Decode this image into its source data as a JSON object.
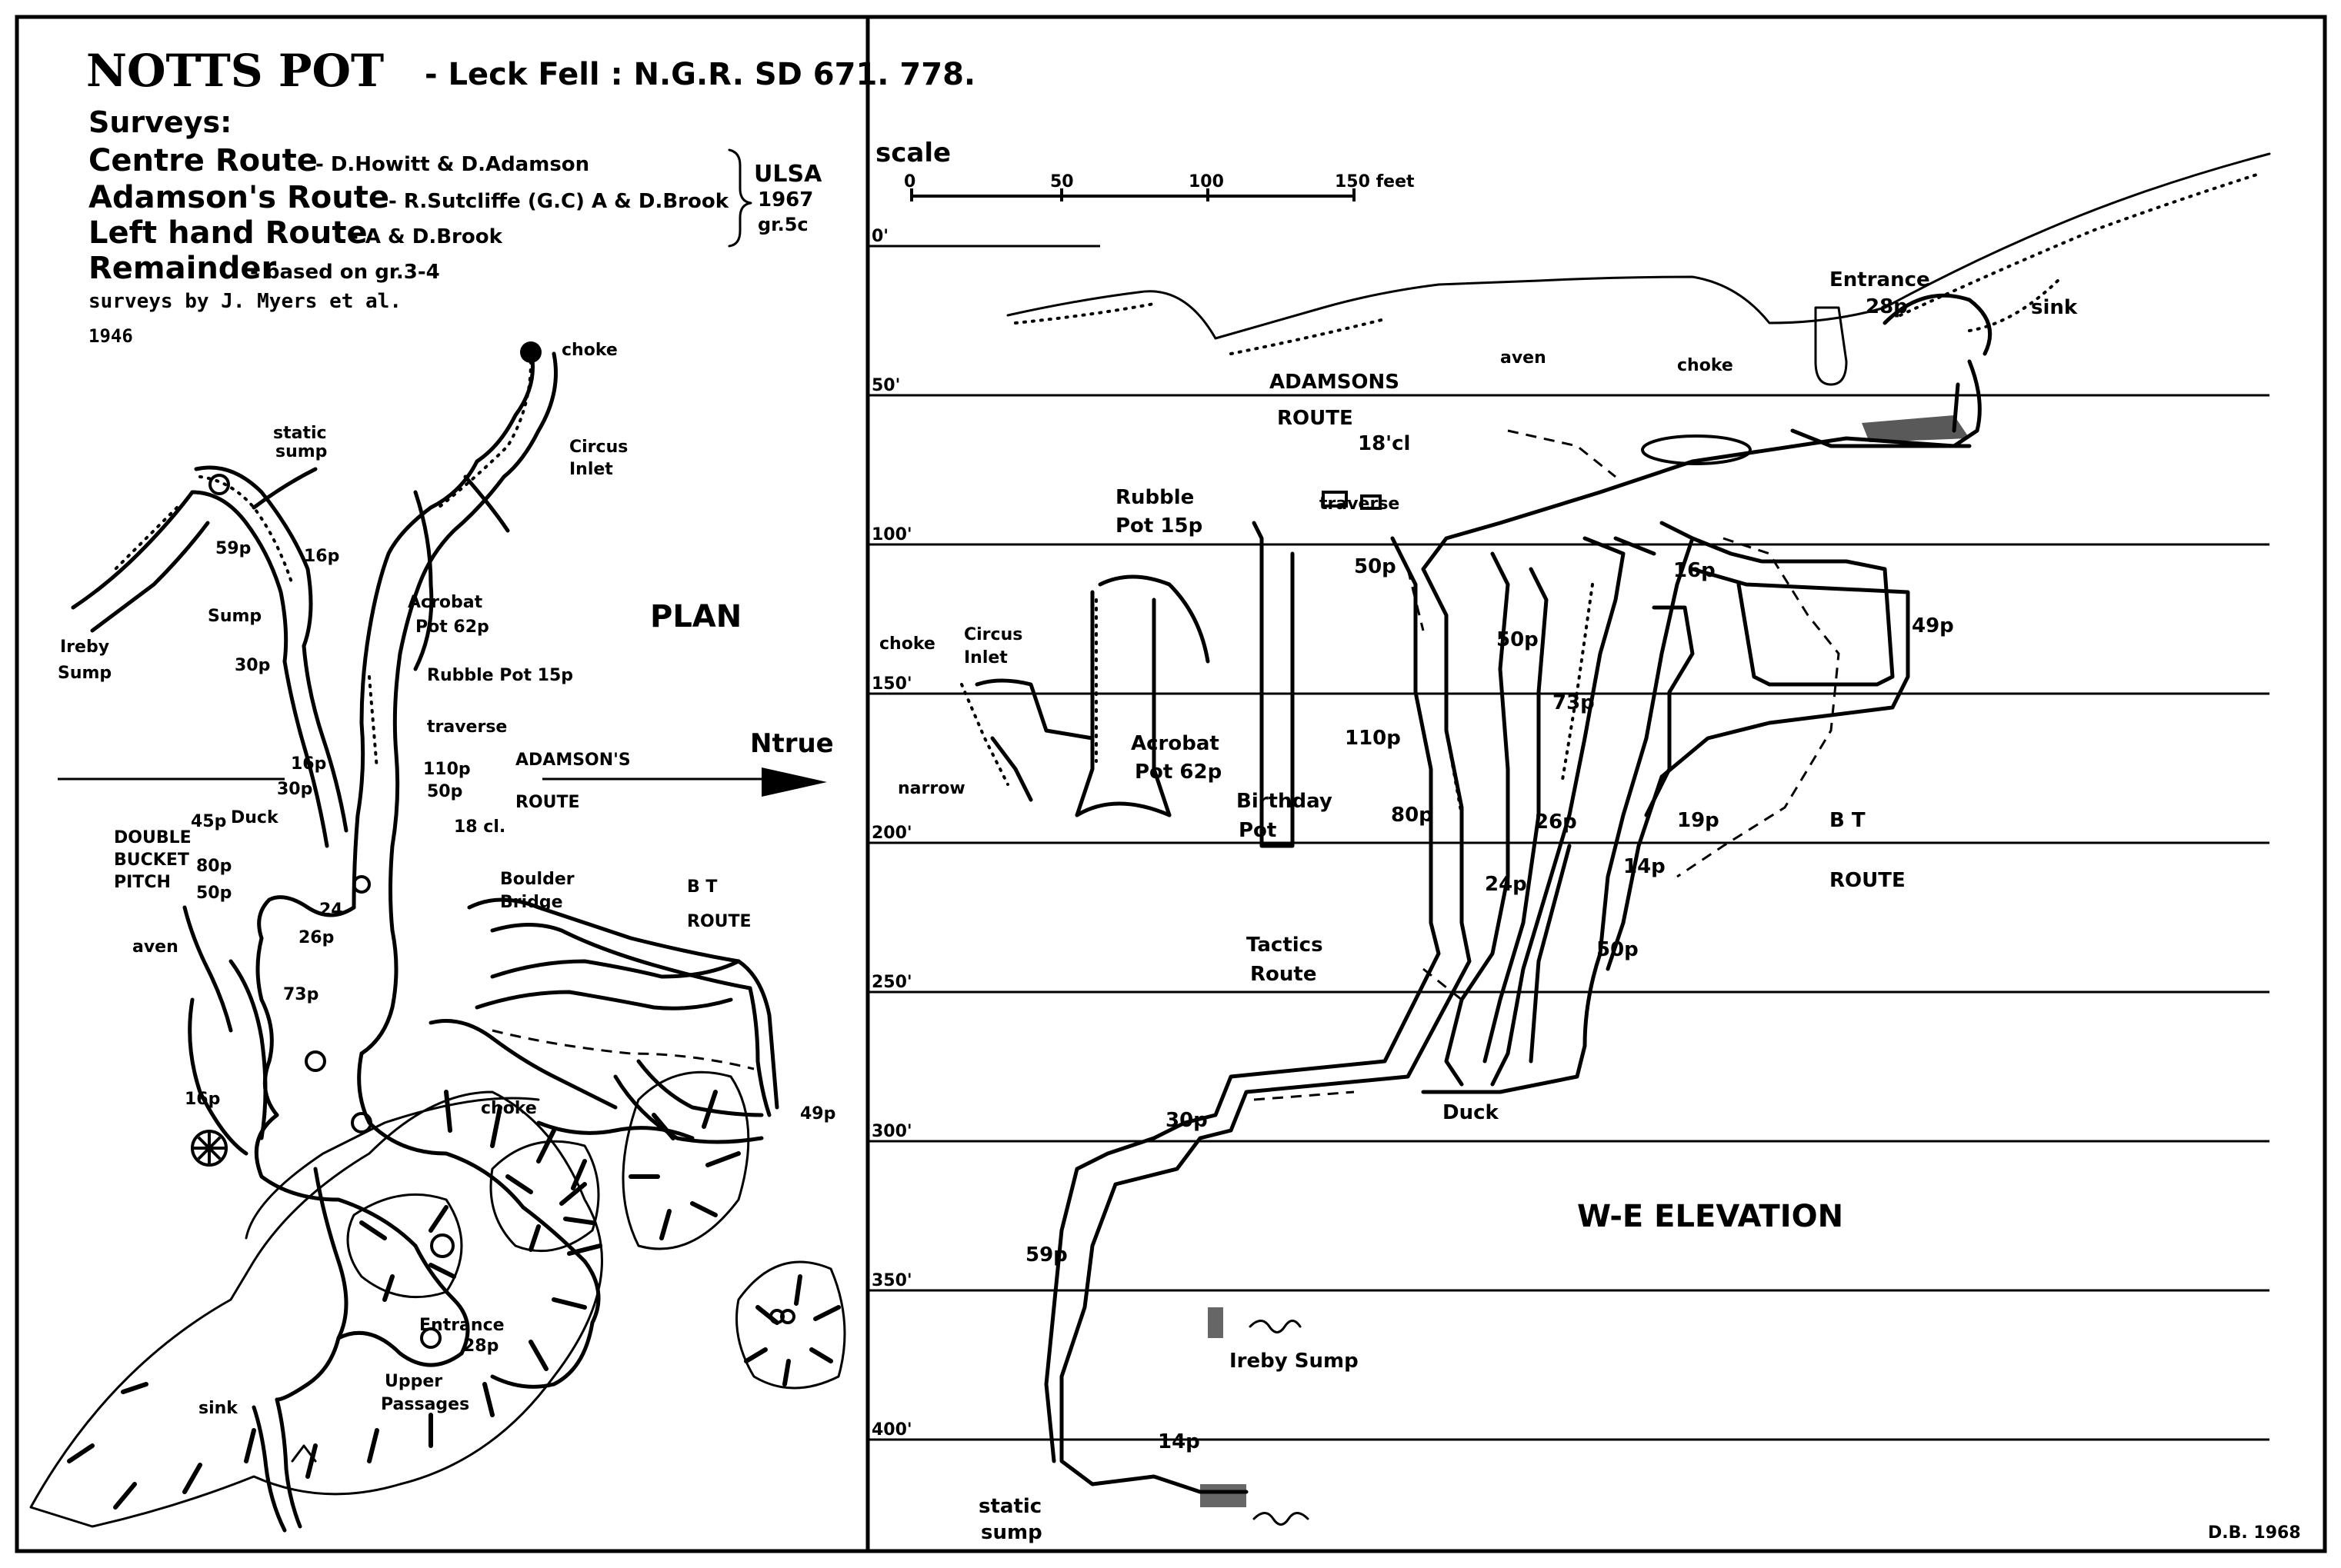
{
  "title": {
    "name": "NOTTS POT",
    "location": "- Leck Fell : N.G.R. SD 671. 778."
  },
  "surveys": {
    "heading": "Surveys:",
    "routes": [
      {
        "name": "Centre Route",
        "by": "- D.Howitt & D.Adamson"
      },
      {
        "name": "Adamson's Route",
        "by": "- R.Sutcliffe (G.C) A & D.Brook"
      },
      {
        "name": "Left hand  Route",
        "by": "- A & D.Brook"
      }
    ],
    "brace": [
      "ULSA",
      "1967",
      "gr.5c"
    ],
    "remainder": "Remainder",
    "remainder_note": "- based on gr.3-4",
    "remainder_note2": "surveys by J. Myers et al.",
    "remainder_year": "1946"
  },
  "plan": {
    "heading": "PLAN",
    "north_label": "Ntrue",
    "labels": {
      "choke_top": "choke",
      "static_sump_1": "static",
      "static_sump_2": "sump",
      "circus_1": "Circus",
      "circus_2": "Inlet",
      "p59": "59p",
      "p16a": "16p",
      "sump": "Sump",
      "ireby_1": "Ireby",
      "ireby_2": "Sump",
      "acrobat_1": "Acrobat",
      "acrobat_2": "Pot 62p",
      "p30a": "30p",
      "rubble": "Rubble Pot 15p",
      "traverse": "traverse",
      "p110": "110p",
      "p50a": "50p",
      "p16b": "16p",
      "p30b": "30p",
      "adamsons_1": "ADAMSON'S",
      "adamsons_2": "ROUTE",
      "cl18": "18 cl.",
      "dbp_1": "DOUBLE",
      "dbp_2": "BUCKET",
      "dbp_3": "PITCH",
      "p45": "45p",
      "duck": "Duck",
      "p80": "80p",
      "p50b": "50p",
      "boulder_1": "Boulder",
      "boulder_2": "Bridge",
      "bt_1": "B T",
      "bt_2": "ROUTE",
      "p24": "24",
      "p26": "26p",
      "aven": "aven",
      "p73": "73p",
      "p16c": "16p",
      "choke_mid": "choke",
      "p49": "49p",
      "entrance_1": "Entrance",
      "entrance_2": "28p",
      "upper_1": "Upper",
      "upper_2": "Passages",
      "sink": "sink"
    }
  },
  "elevation": {
    "heading": "W-E  ELEVATION",
    "scale": {
      "label": "scale",
      "ticks": [
        "0",
        "50",
        "100",
        "150 feet"
      ]
    },
    "depth_ticks": [
      "0'",
      "50'",
      "100'",
      "150'",
      "200'",
      "250'",
      "300'",
      "350'",
      "400'"
    ],
    "labels": {
      "entrance_1": "Entrance",
      "entrance_2": "28p",
      "sink": "sink",
      "aven": "aven",
      "choke_top": "choke",
      "adamsons_1": "ADAMSONS",
      "adamsons_2": "ROUTE",
      "cl18": "18'cl",
      "rubble_1": "Rubble",
      "rubble_2": "Pot 15p",
      "traverse": "traverse",
      "p50a": "50p",
      "p16": "16p",
      "p49": "49p",
      "choke_left": "choke",
      "circus_1": "Circus",
      "circus_2": "Inlet",
      "p50b": "50p",
      "p73": "73p",
      "p110": "110p",
      "acrobat_1": "Acrobat",
      "acrobat_2": "Pot 62p",
      "narrow": "narrow",
      "birthday_1": "Birthday",
      "birthday_2": "Pot",
      "p80": "80p",
      "p26": "26p",
      "p19": "19p",
      "bt_1": "B T",
      "bt_2": "ROUTE",
      "p24": "24p",
      "p14a": "14p",
      "p50c": "50p",
      "tactics_1": "Tactics",
      "tactics_2": "Route",
      "duck": "Duck",
      "p30": "30p",
      "p59": "59p",
      "ireby": "Ireby Sump",
      "p14b": "14p",
      "static_1": "static",
      "static_2": "sump"
    }
  },
  "signature": "D.B. 1968"
}
